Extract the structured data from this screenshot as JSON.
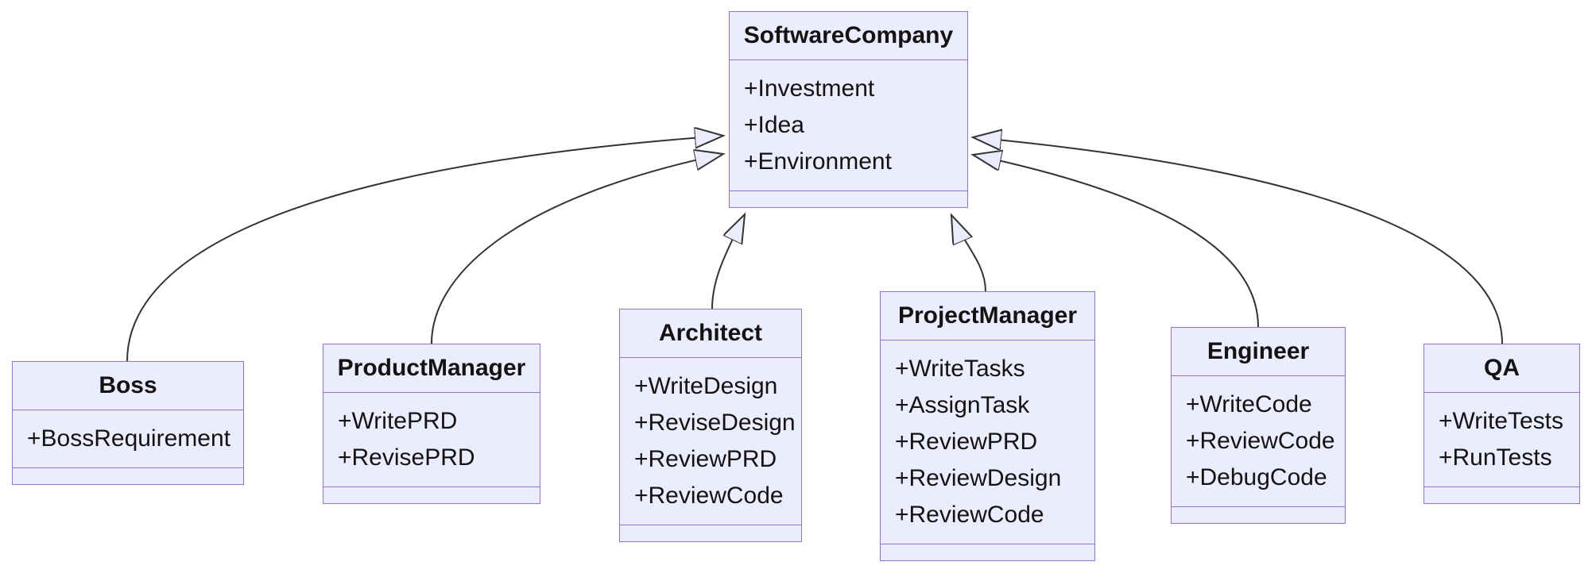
{
  "diagram": {
    "kind": "uml-class-diagram",
    "edge_type": "inheritance-hollow-triangle",
    "colors": {
      "class_fill": "#ECECFF",
      "class_border": "#9370DB",
      "edge_line": "#333333",
      "text": "#131313",
      "background": "#ffffff"
    }
  },
  "classes": {
    "software_company": {
      "name": "SoftwareCompany",
      "attrs": [
        "+Investment",
        "+Idea",
        "+Environment"
      ]
    },
    "boss": {
      "name": "Boss",
      "attrs": [
        "+BossRequirement"
      ]
    },
    "product_manager": {
      "name": "ProductManager",
      "attrs": [
        "+WritePRD",
        "+RevisePRD"
      ]
    },
    "architect": {
      "name": "Architect",
      "attrs": [
        "+WriteDesign",
        "+ReviseDesign",
        "+ReviewPRD",
        "+ReviewCode"
      ]
    },
    "project_manager": {
      "name": "ProjectManager",
      "attrs": [
        "+WriteTasks",
        "+AssignTask",
        "+ReviewPRD",
        "+ReviewDesign",
        "+ReviewCode"
      ]
    },
    "engineer": {
      "name": "Engineer",
      "attrs": [
        "+WriteCode",
        "+ReviewCode",
        "+DebugCode"
      ]
    },
    "qa": {
      "name": "QA",
      "attrs": [
        "+WriteTests",
        "+RunTests"
      ]
    }
  },
  "edges": [
    {
      "from": "Boss",
      "to": "SoftwareCompany",
      "arrow": "hollow-triangle"
    },
    {
      "from": "ProductManager",
      "to": "SoftwareCompany",
      "arrow": "hollow-triangle"
    },
    {
      "from": "Architect",
      "to": "SoftwareCompany",
      "arrow": "hollow-triangle"
    },
    {
      "from": "ProjectManager",
      "to": "SoftwareCompany",
      "arrow": "hollow-triangle"
    },
    {
      "from": "Engineer",
      "to": "SoftwareCompany",
      "arrow": "hollow-triangle"
    },
    {
      "from": "QA",
      "to": "SoftwareCompany",
      "arrow": "hollow-triangle"
    }
  ]
}
